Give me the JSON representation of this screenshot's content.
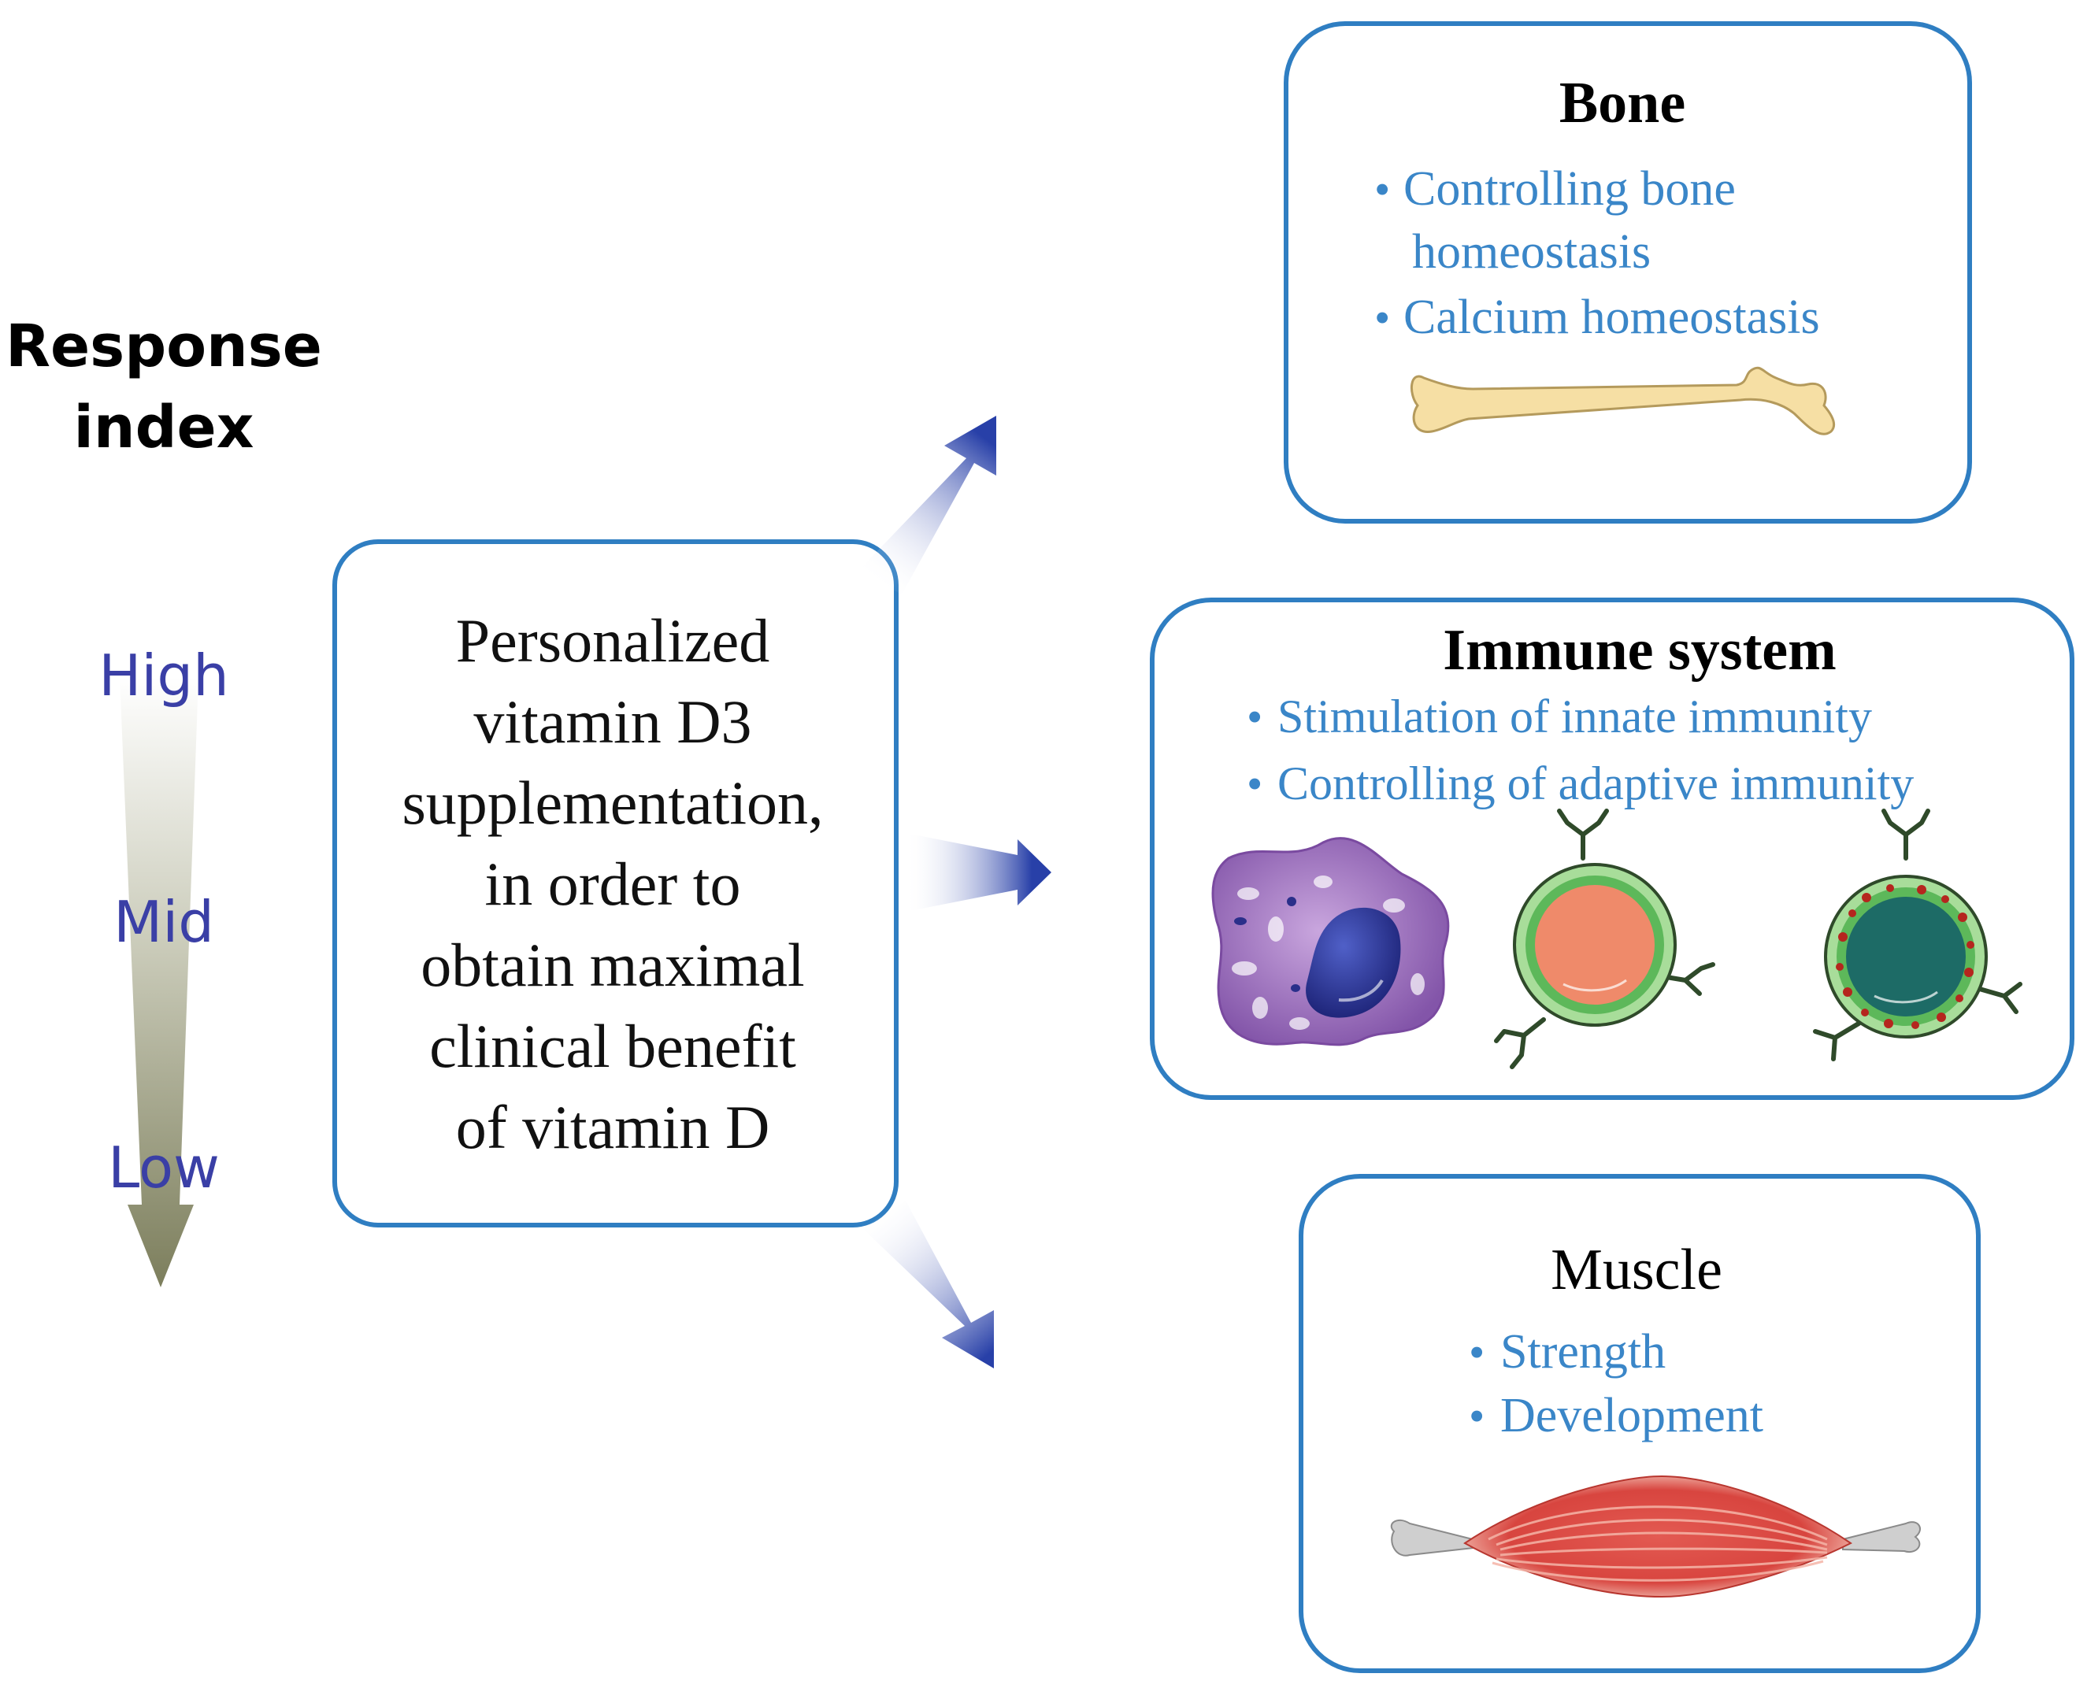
{
  "response_index": {
    "title_lines": [
      "Response",
      "index"
    ],
    "levels": [
      "High",
      "Mid",
      "Low"
    ]
  },
  "center_box": {
    "lines": [
      "Personalized",
      "vitamin D3",
      "supplementation,",
      "in order to",
      "obtain maximal",
      "clinical benefit",
      "of vitamin D"
    ]
  },
  "bone": {
    "title": "Bone",
    "bullets": [
      [
        "Controlling bone",
        "homeostasis"
      ],
      [
        "Calcium homeostasis"
      ]
    ]
  },
  "immune": {
    "title": "Immune system",
    "bullets": [
      [
        "Stimulation of innate immunity"
      ],
      [
        "Controlling of adaptive immunity"
      ]
    ]
  },
  "muscle": {
    "title": "Muscle",
    "bullets": [
      [
        "Strength"
      ],
      [
        "Development"
      ]
    ]
  },
  "colors": {
    "box_border": "#2f7ec2",
    "bullet_text": "#3a86c8",
    "level_text": "#3a3fa6",
    "arrow": "#2840a8",
    "bone_fill": "#f6dfa4",
    "bone_stroke": "#b49a5c",
    "muscle_red": "#d9453f",
    "macrophage": "#9b6bbd",
    "cell_orange": "#ef8a6a",
    "cell_green_ring": "#8fd48a",
    "cell_teal": "#1d6b66"
  }
}
